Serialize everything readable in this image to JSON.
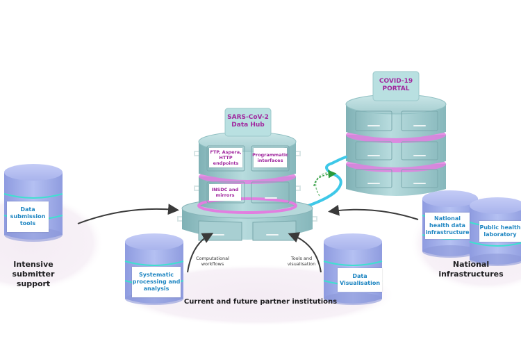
{
  "hub": {
    "title": "SARS-CoV-2 Data Hub",
    "title_line1": "SARS-CoV-2",
    "title_line2": "Data Hub",
    "drawers": {
      "ftp": [
        "FTP, Aspera,",
        "HTTP endpoints"
      ],
      "programmatic": [
        "Programmatic",
        "interfaces"
      ],
      "insdc": [
        "INSDC and",
        "mirrors"
      ]
    }
  },
  "portal": {
    "title_line1": "COVID-19",
    "title_line2": "PORTAL"
  },
  "left_group": {
    "db_label": [
      "Data",
      "submission",
      "tools"
    ],
    "caption": [
      "Intensive submitter",
      "support"
    ]
  },
  "partner_group": {
    "db1_label": [
      "Systematic",
      "processing and",
      "analysis"
    ],
    "db2_label": [
      "Data",
      "Visualisation"
    ],
    "arrow1_label": [
      "Computational",
      "workflows"
    ],
    "arrow2_label": [
      "Tools and",
      "visualisation"
    ],
    "caption": "Current and future partner institutions"
  },
  "national_group": {
    "db1_label": [
      "National",
      "health data",
      "infrastructure"
    ],
    "db2_label": [
      "Public health",
      "laboratory"
    ],
    "caption": [
      "National",
      "infrastructures"
    ]
  },
  "colors": {
    "hub_teal": "#9fc9cc",
    "db_lavender": "#a8b4ea",
    "ring_pink": "#e27ee0",
    "ring_cyan": "#3fe0d0",
    "cable_cyan": "#3ec8e8",
    "arrow_green": "#2a9a3a",
    "label_purple": "#a0279e",
    "label_blue": "#1f86c2",
    "ellipse_bg": "#f6eff6"
  }
}
